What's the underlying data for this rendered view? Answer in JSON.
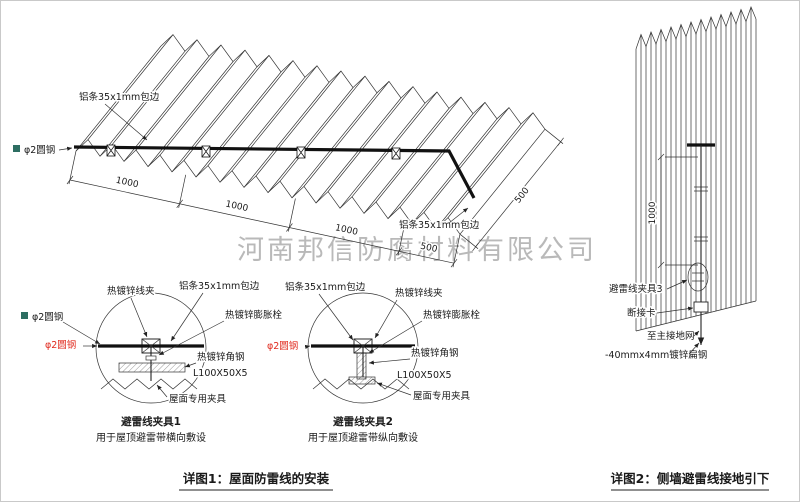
{
  "watermark": {
    "text": "河南邦信防腐材料有限公司",
    "color": "#a8a8a8"
  },
  "roof_drawing": {
    "labels": {
      "alu_strip_top": "铝条35x1mm包边",
      "alu_strip_right": "铝条35x1mm包边",
      "round_steel": "φ2圆钢"
    },
    "dims": [
      "1000",
      "1000",
      "1000",
      "500",
      "500"
    ]
  },
  "detail1": {
    "title": "避雷线夹具1",
    "subtitle": "用于屋顶避雷带横向敷设",
    "labels": {
      "wire_clip": "热镀锌线夹",
      "alu_strip": "铝条35x1mm包边",
      "anchor_bolt": "热镀锌膨胀栓",
      "round_steel": "φ2圆钢",
      "round_steel_red": "φ2圆钢",
      "angle_steel": "热镀锌角钢",
      "angle_spec": "L100X50X5",
      "roof_clamp": "屋面专用夹具"
    }
  },
  "detail2": {
    "title": "避雷线夹具2",
    "subtitle": "用于屋顶避雷带纵向敷设",
    "labels": {
      "alu_strip": "铝条35x1mm包边",
      "wire_clip": "热镀锌线夹",
      "anchor_bolt": "热镀锌膨胀栓",
      "round_steel_red": "φ2圆钢",
      "angle_steel": "热镀锌角钢",
      "angle_spec": "L100X50X5",
      "roof_clamp": "屋面专用夹具"
    }
  },
  "wall_drawing": {
    "dim": "1000",
    "labels": {
      "clamp3": "避雷线夹具3",
      "disconnect": "断接卡",
      "to_ground": "至主接地网",
      "flat_steel": "-40mmx4mm镀锌扁钢"
    }
  },
  "captions": {
    "fig1": "详图1：屋面防雷线的安装",
    "fig2": "详图2：侧墙避雷线接地引下"
  },
  "colors": {
    "line": "#222222",
    "red_label": "#e02a1e",
    "legend_mark": "#2d6e62",
    "watermark": "#a8a8a8"
  }
}
